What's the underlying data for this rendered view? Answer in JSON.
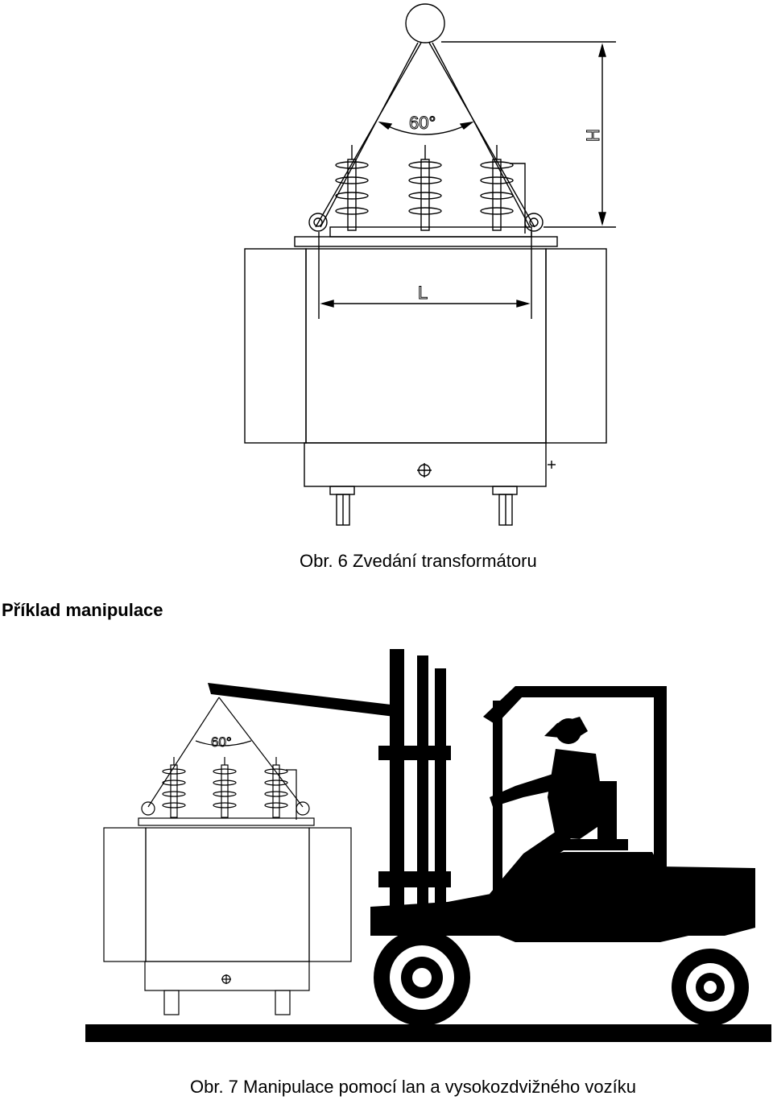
{
  "figure6": {
    "caption": "Obr. 6 Zvedání transformátoru",
    "angle_label": "60°",
    "height_label": "H",
    "length_label": "L"
  },
  "section": {
    "heading": "Příklad manipulace"
  },
  "figure7": {
    "caption": "Obr. 7 Manipulace pomocí lan a vysokozdvižného vozíku",
    "angle_label": "60°"
  }
}
